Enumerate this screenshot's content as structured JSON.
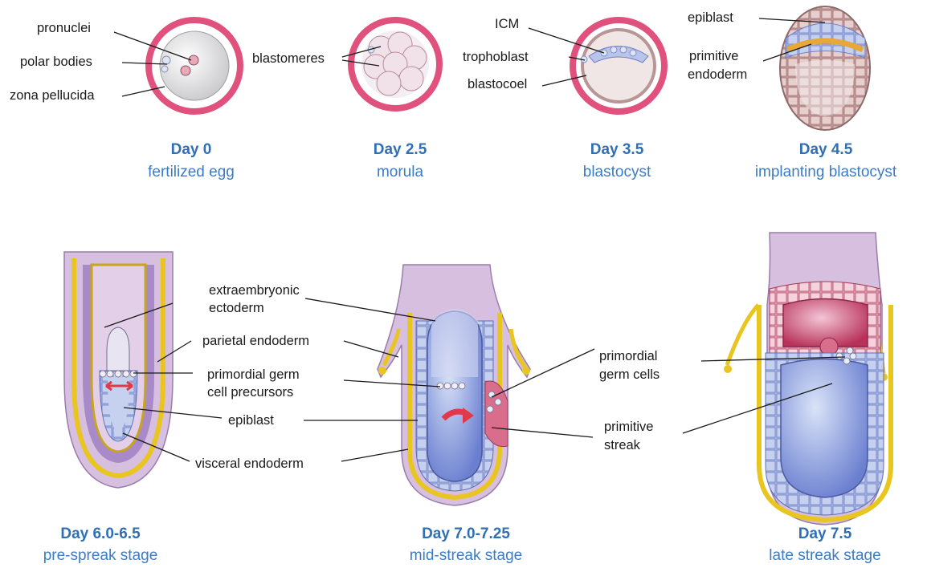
{
  "stages": [
    {
      "day": "Day 0",
      "name": "fertilized egg"
    },
    {
      "day": "Day 2.5",
      "name": "morula"
    },
    {
      "day": "Day 3.5",
      "name": "blastocyst"
    },
    {
      "day": "Day 4.5",
      "name": "implanting blastocyst"
    },
    {
      "day": "Day 6.0-6.5",
      "name": "pre-spreak stage"
    },
    {
      "day": "Day 7.0-7.25",
      "name": "mid-streak stage"
    },
    {
      "day": "Day 7.5",
      "name": "late streak stage"
    }
  ],
  "labels": {
    "pronuclei": "pronuclei",
    "polar_bodies": "polar bodies",
    "zona_pellucida": "zona pellucida",
    "blastomeres": "blastomeres",
    "icm": "ICM",
    "trophoblast": "trophoblast",
    "blastocoel": "blastocoel",
    "epiblast_top": "epiblast",
    "primitive_endoderm_1": "primitive",
    "primitive_endoderm_2": "endoderm",
    "extraembryonic_1": "extraembryonic",
    "extraembryonic_2": "ectoderm",
    "parietal_endoderm": "parietal endoderm",
    "pgc_precursors_1": "primordial germ",
    "pgc_precursors_2": "cell precursors",
    "epiblast": "epiblast",
    "visceral_endoderm": "visceral endoderm",
    "pgc_1": "primordial",
    "pgc_2": "germ cells",
    "streak_1": "primitive",
    "streak_2": "streak"
  }
}
